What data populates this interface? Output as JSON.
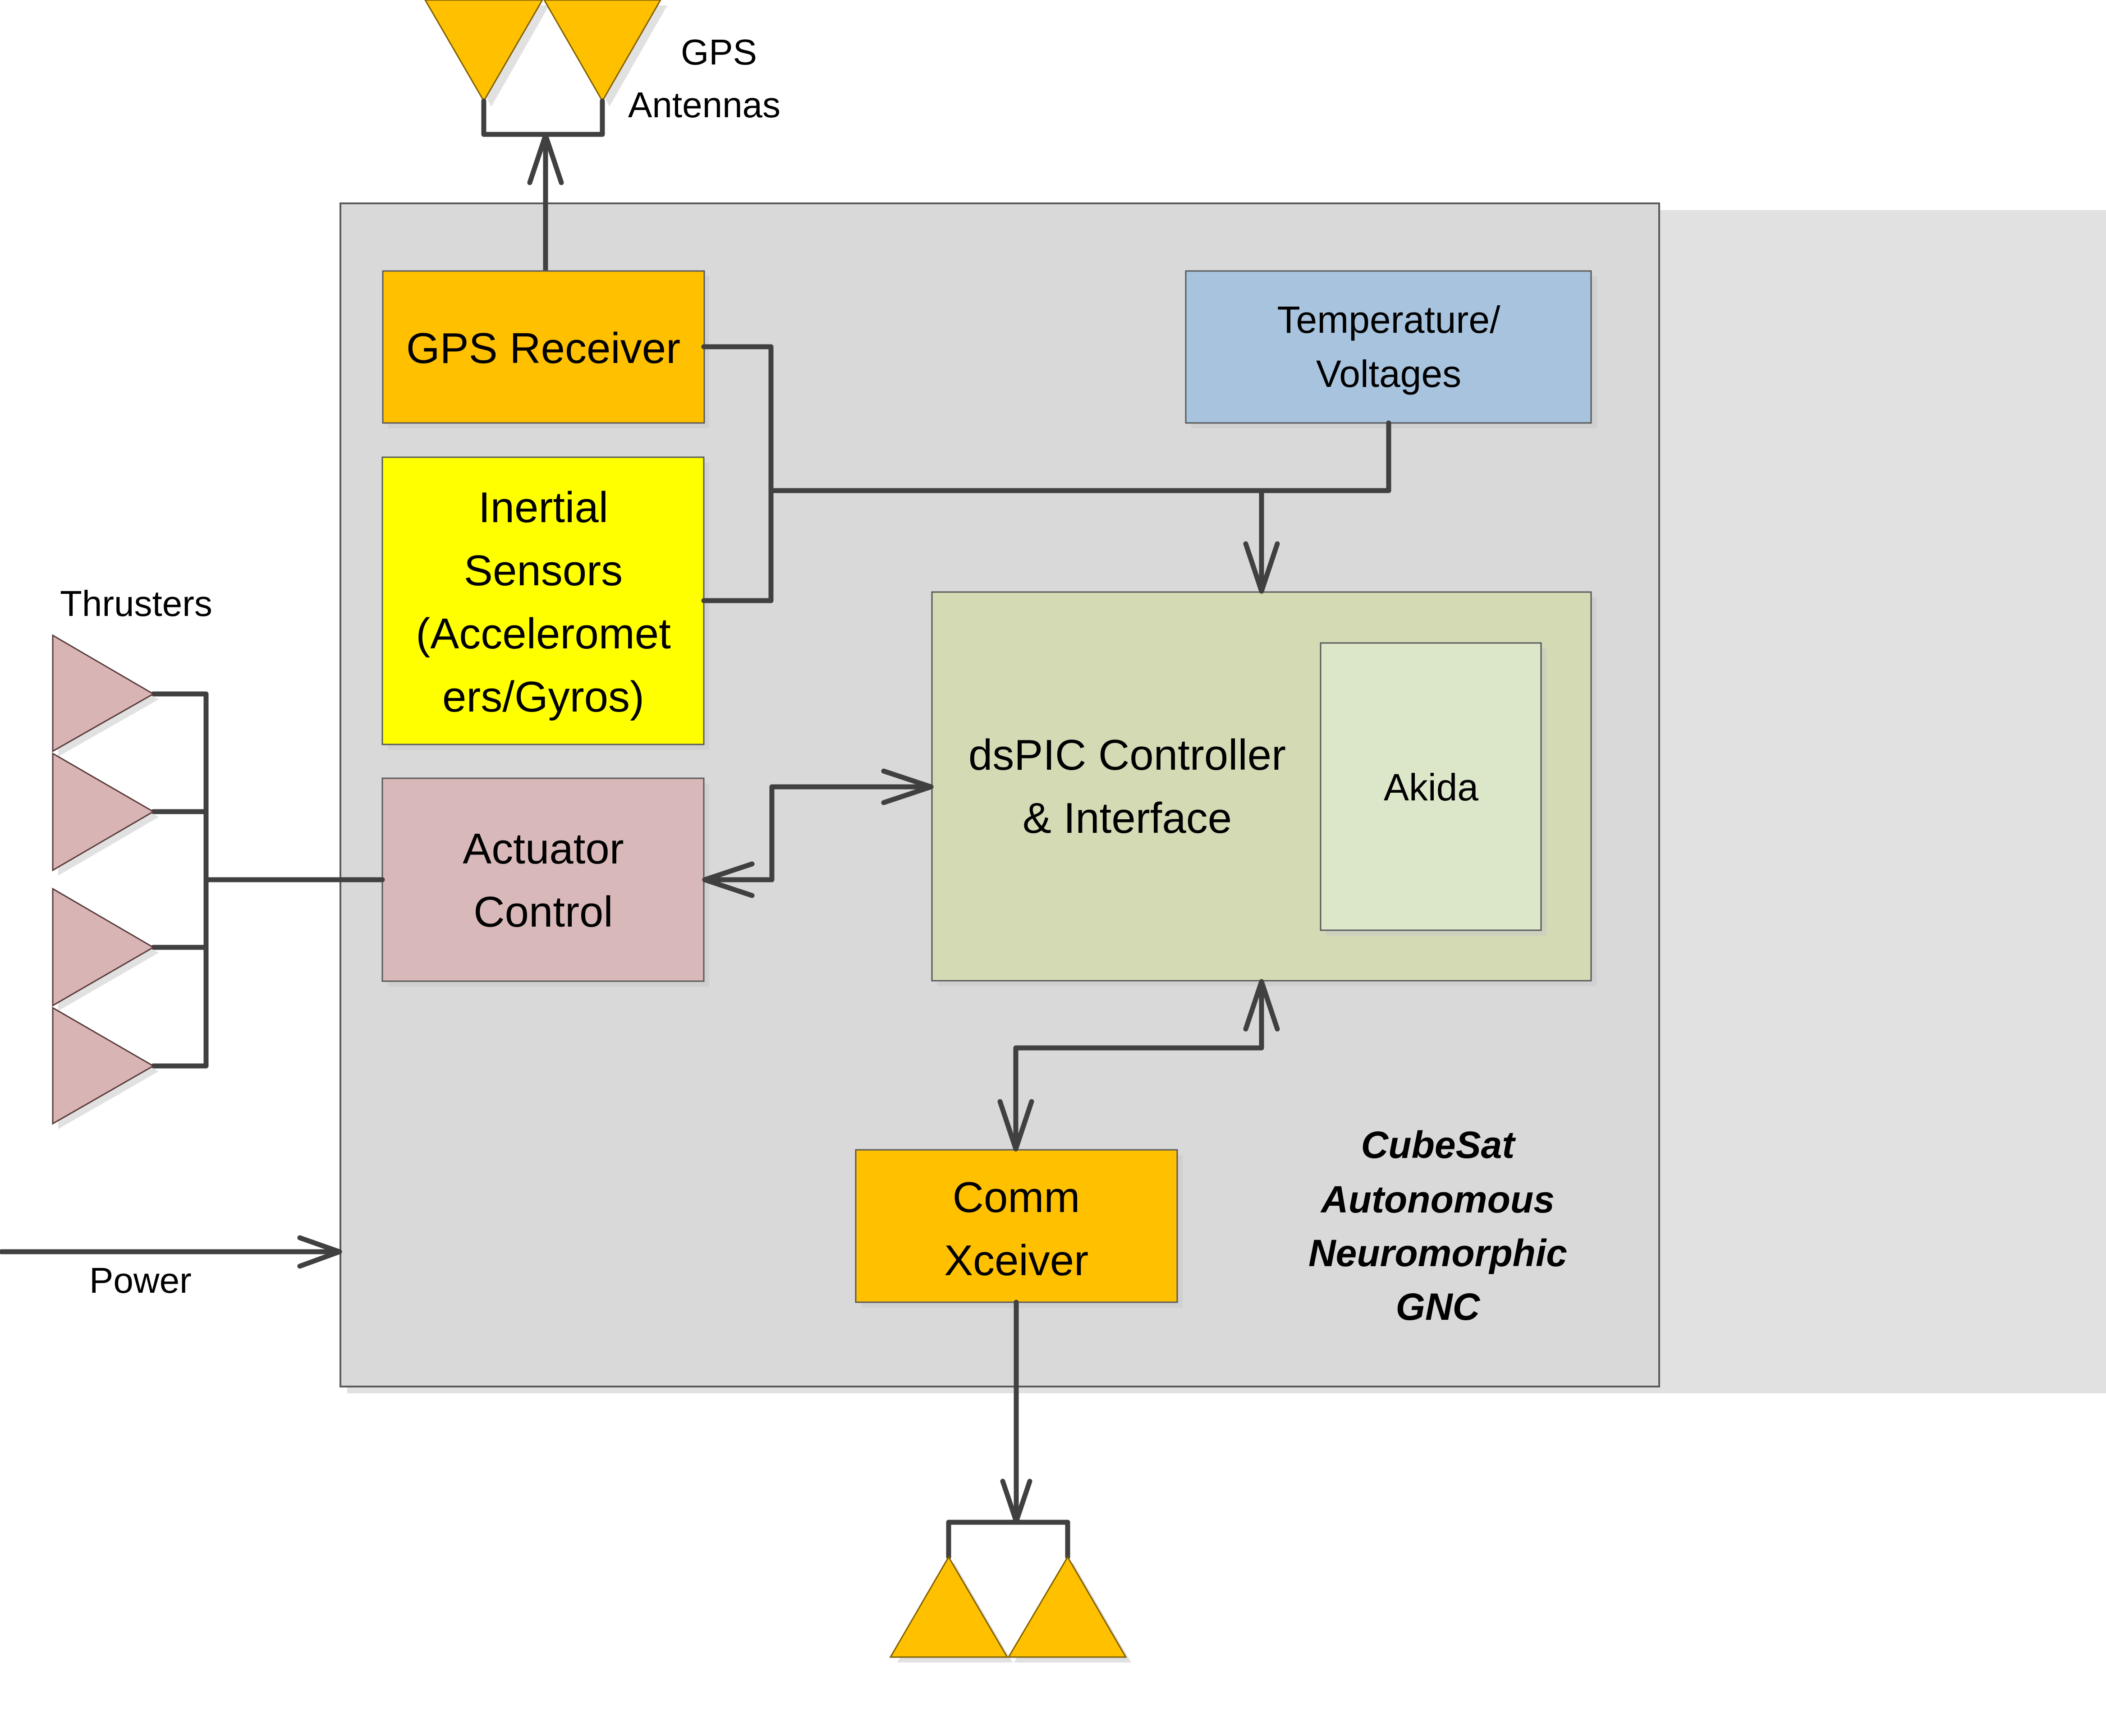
{
  "diagram": {
    "title_lines": [
      "CubeSat",
      "Autonomous",
      "Neuromorphic",
      "GNC"
    ],
    "external": {
      "gps_antennas": {
        "lines": [
          "GPS",
          "Antennas"
        ]
      },
      "thrusters": {
        "label": "Thrusters",
        "count": 4
      },
      "power": {
        "label": "Power"
      },
      "comm_antennas": {
        "count": 2
      }
    },
    "blocks": {
      "gps_receiver": {
        "lines": [
          "GPS Receiver"
        ]
      },
      "inertial_sensors": {
        "lines": [
          "Inertial",
          "Sensors",
          "(Acceleromet",
          "ers/Gyros)"
        ]
      },
      "actuator_control": {
        "lines": [
          "Actuator",
          "Control"
        ]
      },
      "temperature_voltages": {
        "lines": [
          "Temperature/",
          "Voltages"
        ]
      },
      "dspic_controller": {
        "lines": [
          "dsPIC Controller",
          "& Interface"
        ]
      },
      "akida": {
        "lines": [
          "Akida"
        ]
      },
      "comm_xceiver": {
        "lines": [
          "Comm",
          "Xceiver"
        ]
      }
    },
    "connections": [
      {
        "from": "gps_receiver",
        "to": "gps_antennas",
        "type": "arrow"
      },
      {
        "from": "gps_receiver",
        "to": "dspic_controller",
        "type": "arrow"
      },
      {
        "from": "inertial_sensors",
        "to": "dspic_controller",
        "type": "arrow"
      },
      {
        "from": "temperature_voltages",
        "to": "dspic_controller",
        "type": "arrow"
      },
      {
        "from": "dspic_controller",
        "to": "actuator_control",
        "type": "bidirectional"
      },
      {
        "from": "actuator_control",
        "to": "thrusters",
        "type": "line"
      },
      {
        "from": "dspic_controller",
        "to": "comm_xceiver",
        "type": "bidirectional"
      },
      {
        "from": "comm_xceiver",
        "to": "comm_antennas",
        "type": "arrow"
      },
      {
        "from": "power",
        "to": "cubesat",
        "type": "arrow"
      }
    ],
    "colors": {
      "enclosure": "#d9d9d9",
      "gps_receiver": "#ffc000",
      "inertial_sensors": "#ffff00",
      "actuator_control": "#d8b8b8",
      "temperature_voltages": "#a7c3de",
      "dspic_controller": "#d3dab4",
      "akida": "#dce6c9",
      "comm_xceiver": "#ffc000",
      "antenna": "#ffc000",
      "thruster": "#d8b4b4",
      "wire": "#404040"
    }
  }
}
